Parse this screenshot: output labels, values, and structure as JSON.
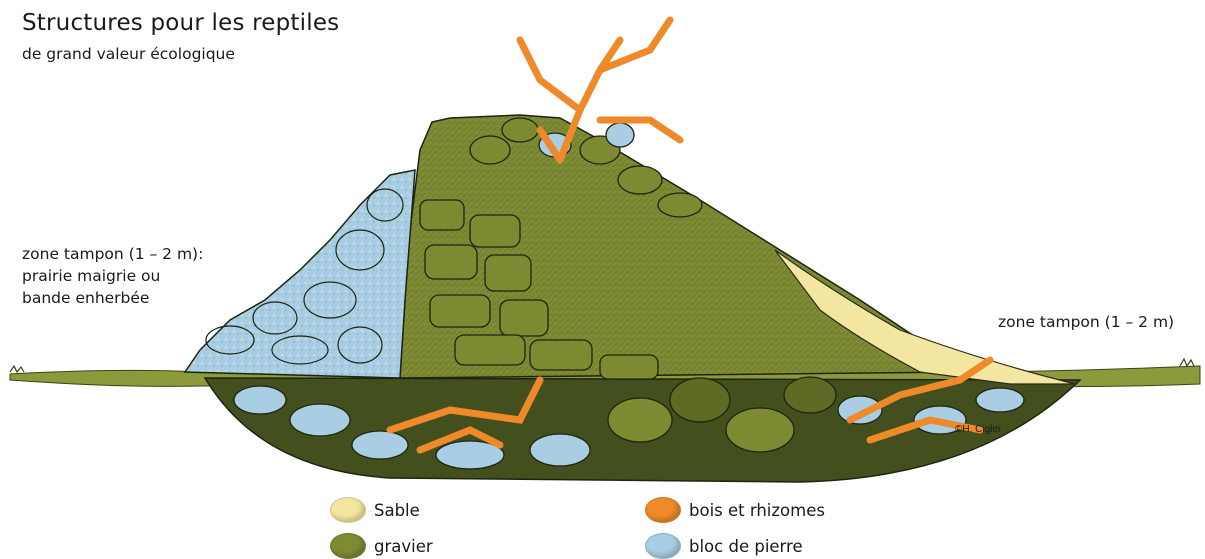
{
  "title": "Structures pour les reptiles",
  "subtitle": "de grand valeur écologique",
  "labels": {
    "left_line1": "zone tampon (1 – 2 m):",
    "left_line2": "prairie maigrie ou",
    "left_line3": "bande enherbée",
    "right": "zone tampon (1 – 2 m)",
    "credit": "©H. Cigler"
  },
  "legend": [
    {
      "label": "Sable",
      "color": "#f3e6a0"
    },
    {
      "label": "gravier",
      "color": "#7f8a34"
    },
    {
      "label": "bois et rhizomes",
      "color": "#ee8a2a"
    },
    {
      "label": "bloc de pierre",
      "color": "#a9cde2"
    }
  ],
  "colors": {
    "sand": "#f3e6a0",
    "gravel": "#7f8a34",
    "gravel_dark": "#5f6a24",
    "wood": "#ee8a2a",
    "stone": "#a9cde2",
    "grass": "#9aa64a",
    "outline": "#1d2410"
  }
}
